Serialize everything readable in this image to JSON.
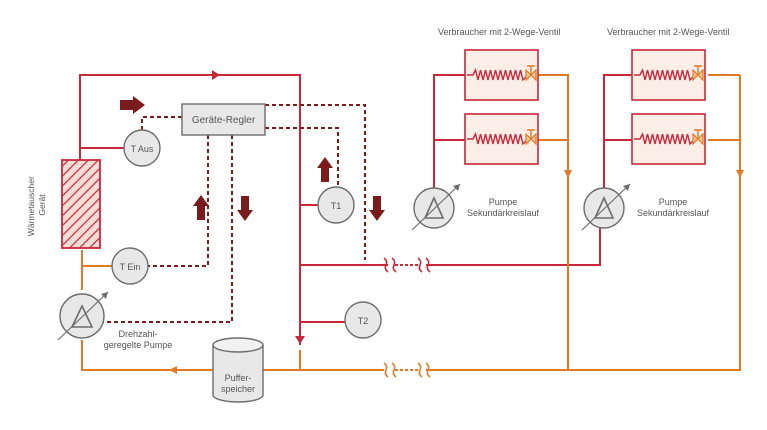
{
  "colors": {
    "supply": "#c8283a",
    "return": "#e07a26",
    "control": "#7a1c1c",
    "node": "#e8e8e8",
    "node_stroke": "#6d6d6d",
    "heat_exchanger_fill": "#f5d0c6",
    "heat_exchanger_hatch": "#c8283a",
    "coil": "#c8283a",
    "valve": "#e07a26",
    "text": "#555555"
  },
  "labels": {
    "heat_exchanger": "Wärmetauscher\nGerät",
    "controller": "Geräte-Regler",
    "t_out": "T Aus",
    "t_in": "T Ein",
    "t1": "T1",
    "t2": "T2",
    "pump_main": "Drehzahl-\ngeregelte Pumpe",
    "buffer": "Puffer-\nspeicher",
    "consumer_1": "Verbraucher mit 2-Wege-Ventil",
    "consumer_2": "Verbraucher mit 2-Wege-Ventil",
    "pump_secondary_1": "Pumpe\nSekundärkreislauf",
    "pump_secondary_2": "Pumpe\nSekundärkreislauf"
  }
}
